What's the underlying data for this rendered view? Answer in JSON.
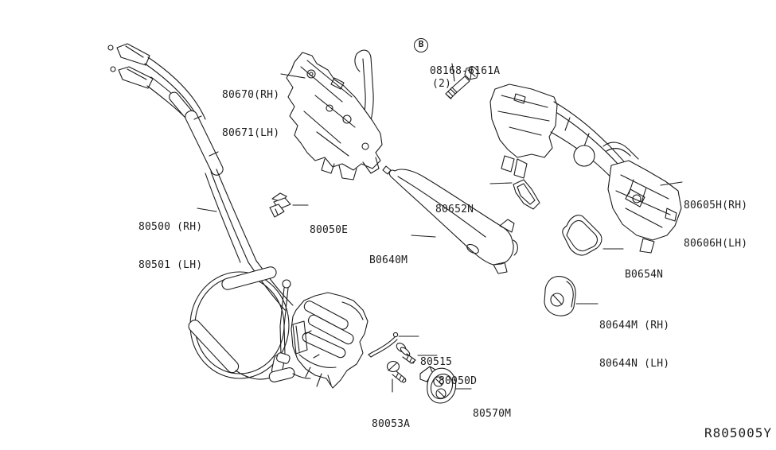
{
  "diagram": {
    "background_color": "#ffffff",
    "line_color": "#1c1c1c",
    "ref_code": "R805005Y",
    "bolt_callout": {
      "badge": "B",
      "part_number": "08168-6161A",
      "quantity": "(2)"
    },
    "labels": {
      "actuator_rh": "80670(RH)",
      "actuator_lh": "80671(LH)",
      "cable_rh": "80500 (RH)",
      "cable_lh": "80501 (LH)",
      "clip": "80050E",
      "handle_gasket": "80652N",
      "outside_handle": "B0640M",
      "handle_bracket_rh": "80605H(RH)",
      "handle_bracket_lh": "80606H(LH)",
      "bracket_gasket": "B0654N",
      "escutcheon_rh": "80644M (RH)",
      "escutcheon_lh": "80644N (LH)",
      "rod": "80515",
      "screw_front": "80050D",
      "screw_lower": "80053A",
      "lock_cylinder": "80570M"
    }
  }
}
